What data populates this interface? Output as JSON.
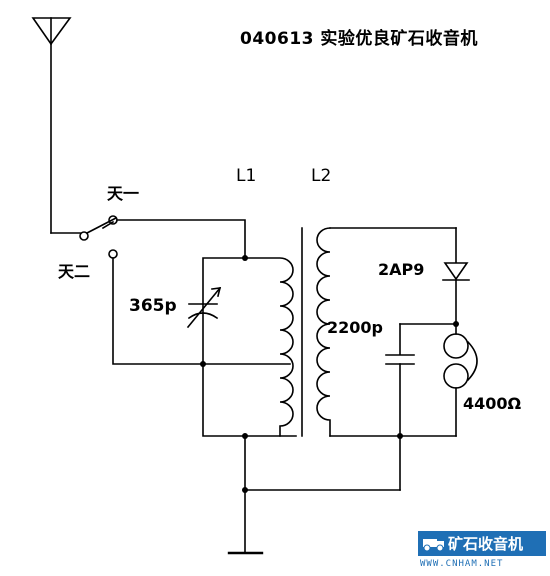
{
  "title": "040613 实验优良矿石收音机",
  "labels": {
    "l1": "L1",
    "l2": "L2",
    "antenna1": "天一",
    "antenna2": "天二",
    "tuning_cap": "365p",
    "diode": "2AP9",
    "bypass_cap": "2200p",
    "headphone": "4400Ω"
  },
  "watermark": {
    "text": "矿石收音机",
    "url": "WWW.CNHAM.NET",
    "color": "#1f6fb5"
  },
  "colors": {
    "line": "#000000",
    "background": "#ffffff"
  }
}
